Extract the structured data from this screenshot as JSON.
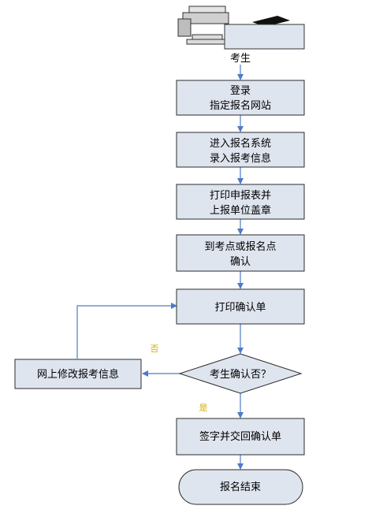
{
  "diagram": {
    "start_label": "考生",
    "steps": [
      {
        "lines": [
          "登录",
          "指定报名网站"
        ]
      },
      {
        "lines": [
          "进入报名系统",
          "录入报考信息"
        ]
      },
      {
        "lines": [
          "打印申报表并",
          "上报单位盖章"
        ]
      },
      {
        "lines": [
          "到考点或报名点",
          "确认"
        ]
      },
      {
        "lines": [
          "打印确认单"
        ]
      }
    ],
    "decision": "考生确认否？",
    "no_branch": {
      "label": "否",
      "box": "网上修改报考信息"
    },
    "yes_branch": {
      "label": "是",
      "box": "签字并交回确认单"
    },
    "end": "报名结束",
    "colors": {
      "box_fill": "#dfe5ef",
      "box_border": "#2b2b2b",
      "arrow": "#4f7ac7",
      "edge_label": "#d4b000"
    }
  }
}
